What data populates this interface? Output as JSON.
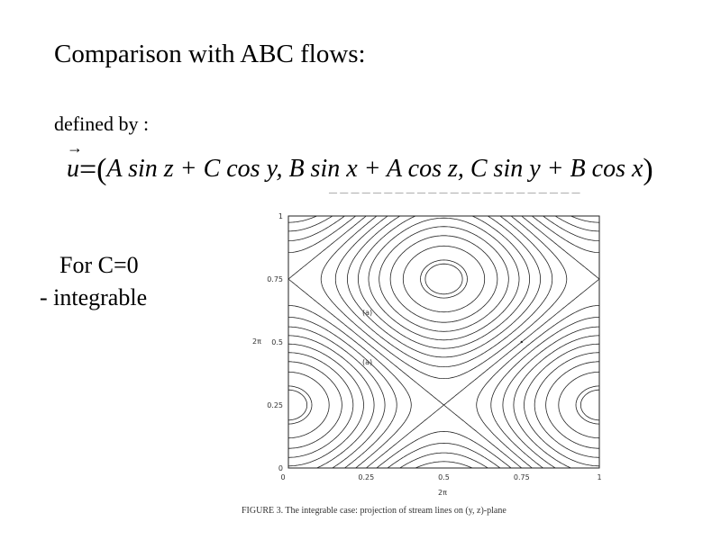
{
  "slide": {
    "title": "Comparison with ABC flows:",
    "defined_by": "defined by :"
  },
  "equation": {
    "u": "u",
    "eqparen": "=(",
    "term1": "A sin z + C cos y,",
    "term2": "B sin x + A cos z,",
    "term3": "C sin y + B cos x",
    "close": ")"
  },
  "note": {
    "for_c": "For C=0",
    "integrable": "-  integrable"
  },
  "figure": {
    "header": "— — — — — — — — — — — — — — — — — — — — — — —",
    "y_ticks": [
      "1",
      "0.75",
      "0.5",
      "0.25",
      "0"
    ],
    "x_ticks": [
      "0.25",
      "0.5",
      "0.75",
      "1"
    ],
    "y_axis_label": "2π",
    "x_axis_label": "2π",
    "annotation_upper": "(a)",
    "annotation_lower": "(a)",
    "caption": "FIGURE 3. The integrable case: projection of stream lines on (y, z)-plane"
  }
}
